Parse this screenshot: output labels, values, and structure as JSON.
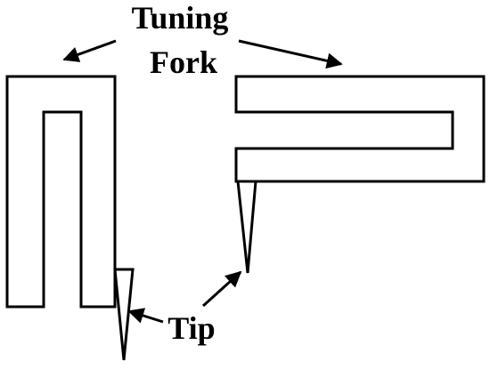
{
  "labels": {
    "tuning_fork_line1": "Tuning",
    "tuning_fork_line2": "Fork",
    "tip": "Tip"
  },
  "colors": {
    "stroke": "#000000",
    "background": "#ffffff"
  }
}
